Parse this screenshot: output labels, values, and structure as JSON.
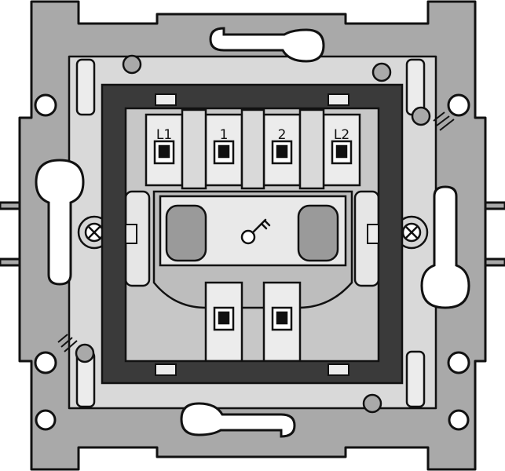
{
  "terminals": {
    "top": [
      {
        "id": "l1",
        "label": "L1"
      },
      {
        "id": "t1",
        "label": "1"
      },
      {
        "id": "t2",
        "label": "2"
      },
      {
        "id": "l2",
        "label": "L2"
      }
    ],
    "bottom": [
      {
        "id": "b-left",
        "label": ""
      },
      {
        "id": "b-right",
        "label": ""
      }
    ]
  },
  "icons": {
    "release_window": "key-icon",
    "mounting_screw": "phillips-screw-icon",
    "ground": "ground-symbol-icon"
  },
  "colors": {
    "metal_frame": "#a9a9a9",
    "insert_body": "#c7c7c7",
    "terminal_light": "#ececec",
    "cover_frame": "#3a3a3a",
    "outline": "#111111",
    "window": "#e9e9e9",
    "pad": "#9a9a9a"
  }
}
